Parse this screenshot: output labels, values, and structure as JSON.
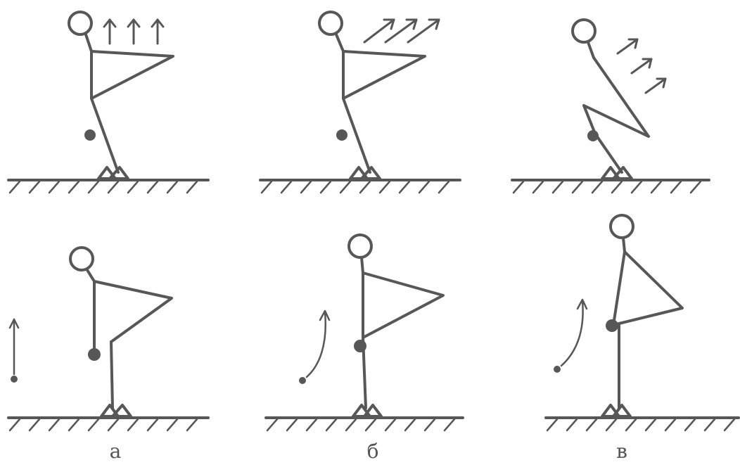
{
  "labels": {
    "a": "а",
    "b": "б",
    "v": "в"
  },
  "colors": {
    "stroke": "#575757",
    "ink": "#555555",
    "background": "#ffffff"
  }
}
